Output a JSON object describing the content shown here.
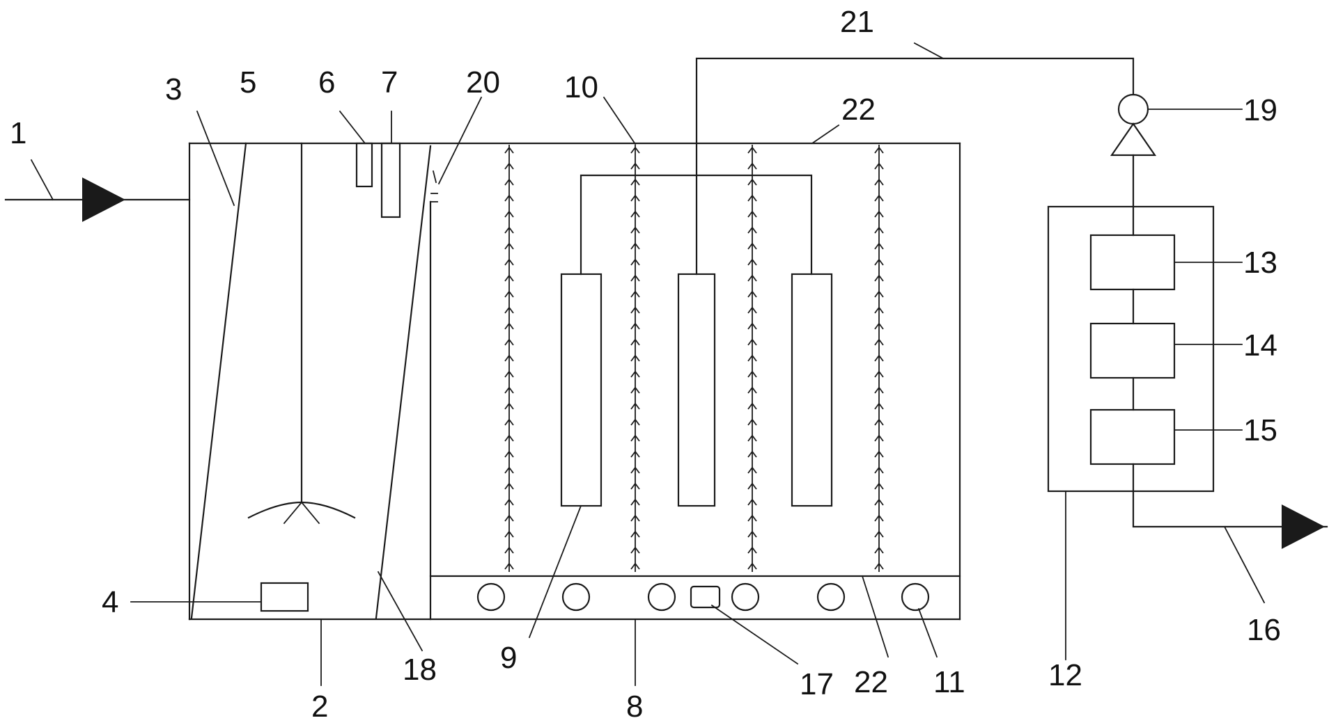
{
  "colors": {
    "line": "#1a1a1a",
    "background": "#ffffff"
  },
  "labels": {
    "l1": "1",
    "l2": "2",
    "l3": "3",
    "l4": "4",
    "l5": "5",
    "l6": "6",
    "l7": "7",
    "l8": "8",
    "l9": "9",
    "l10": "10",
    "l11": "11",
    "l12": "12",
    "l13": "13",
    "l14": "14",
    "l15": "15",
    "l16": "16",
    "l17": "17",
    "l18": "18",
    "l19": "19",
    "l20": "20",
    "l21": "21",
    "l22a": "22",
    "l22b": "22"
  }
}
